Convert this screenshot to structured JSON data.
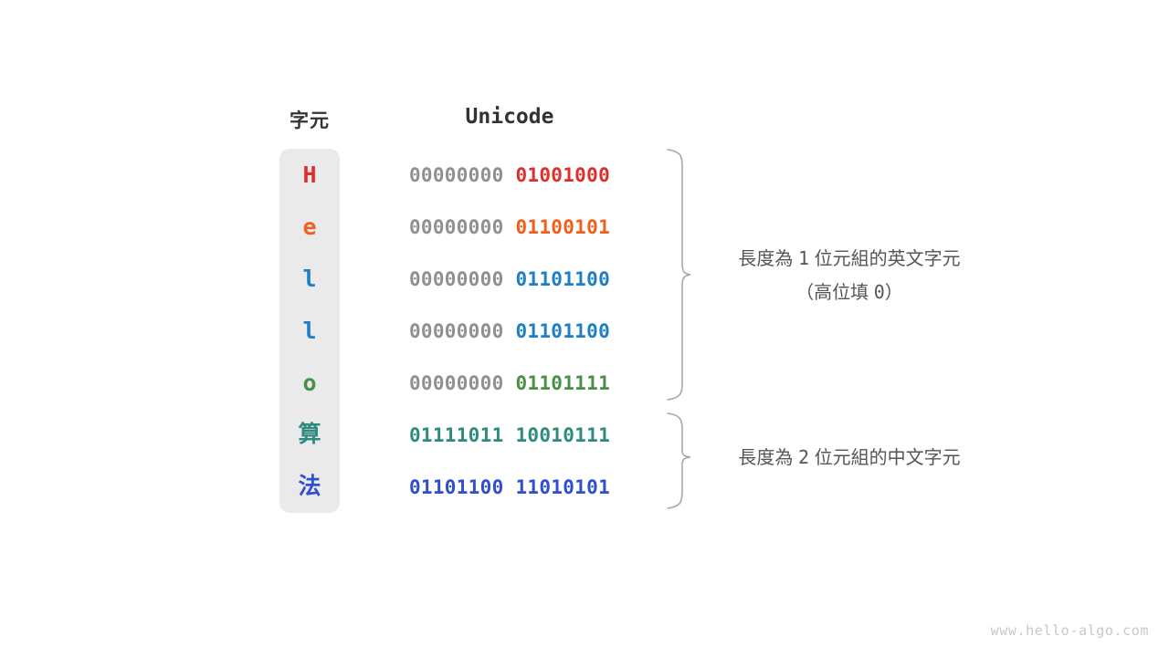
{
  "headers": {
    "character": "字元",
    "unicode": "Unicode"
  },
  "colors": {
    "red": "#e02d2d",
    "orange": "#ef5f1d",
    "blue": "#1f7fc4",
    "green": "#4a8f46",
    "teal": "#2e8b7d",
    "indigo": "#2f4fd0",
    "high_bits_gray": "#909090",
    "pill_background": "#eaeaea",
    "brace_gray": "#a8a8a8",
    "note_text": "#555555",
    "watermark": "#c8c8c8"
  },
  "rows": [
    {
      "char": "H",
      "script": "latin",
      "color": "#e02d2d",
      "high_byte": "00000000",
      "low_byte": "01001000",
      "high_is_padding": true
    },
    {
      "char": "e",
      "script": "latin",
      "color": "#ef5f1d",
      "high_byte": "00000000",
      "low_byte": "01100101",
      "high_is_padding": true
    },
    {
      "char": "l",
      "script": "latin",
      "color": "#1f7fc4",
      "high_byte": "00000000",
      "low_byte": "01101100",
      "high_is_padding": true
    },
    {
      "char": "l",
      "script": "latin",
      "color": "#1f7fc4",
      "high_byte": "00000000",
      "low_byte": "01101100",
      "high_is_padding": true
    },
    {
      "char": "o",
      "script": "latin",
      "color": "#4a8f46",
      "high_byte": "00000000",
      "low_byte": "01101111",
      "high_is_padding": true
    },
    {
      "char": "算",
      "script": "cjk",
      "color": "#2e8b7d",
      "high_byte": "01111011",
      "low_byte": "10010111",
      "high_is_padding": false
    },
    {
      "char": "法",
      "script": "cjk",
      "color": "#2f4fd0",
      "high_byte": "01101100",
      "low_byte": "11010101",
      "high_is_padding": false
    }
  ],
  "annotations": {
    "one_byte": {
      "line1_pre": "長度為 ",
      "line1_num": "1",
      "line1_post": " 位元組的英文字元",
      "line2_pre": "（高位填 ",
      "line2_num": "0",
      "line2_post": "）"
    },
    "two_byte": {
      "line1_pre": "長度為 ",
      "line1_num": "2",
      "line1_post": " 位元組的中文字元"
    }
  },
  "watermark": "www.hello-algo.com"
}
